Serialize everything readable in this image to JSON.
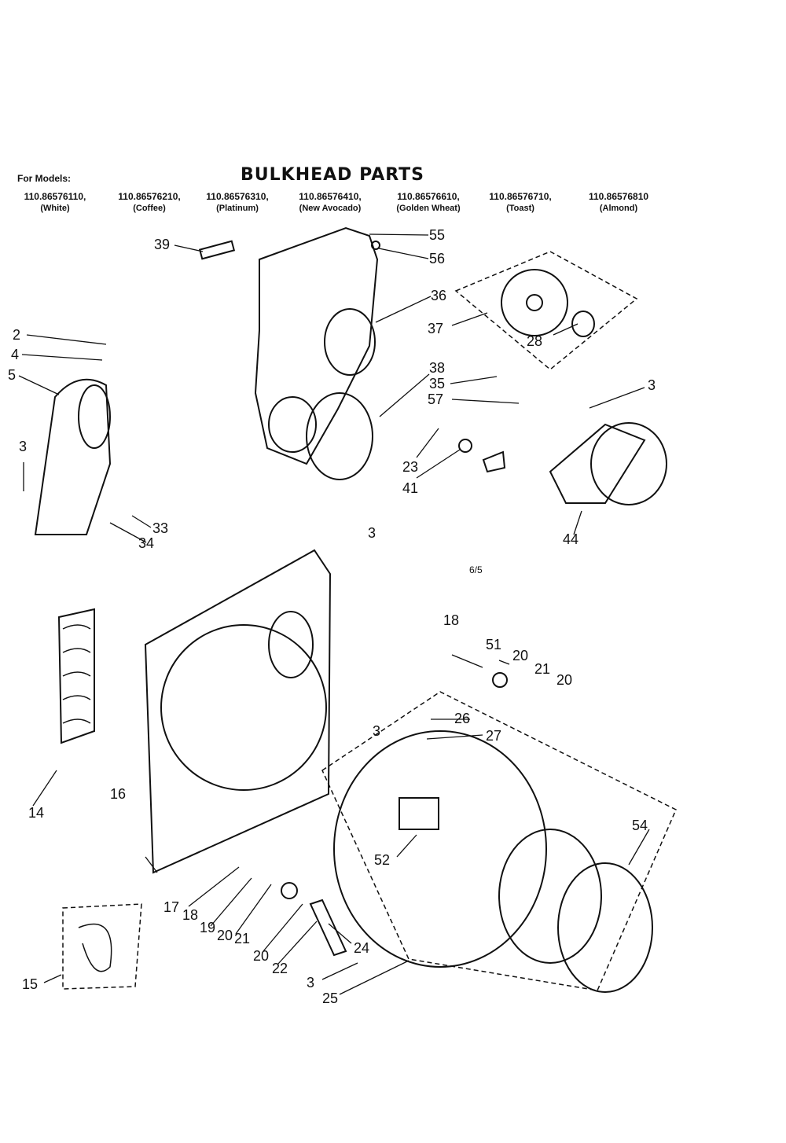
{
  "title": "BULKHEAD PARTS",
  "models_label": "For Models:",
  "models": [
    {
      "number": "110.86576110,",
      "color": "(White)"
    },
    {
      "number": "110.86576210,",
      "color": "(Coffee)"
    },
    {
      "number": "110.86576310,",
      "color": "(Platinum)"
    },
    {
      "number": "110.86576410,",
      "color": "(New Avocado)"
    },
    {
      "number": "110.86576610,",
      "color": "(Golden Wheat)"
    },
    {
      "number": "110.86576710,",
      "color": "(Toast)"
    },
    {
      "number": "110.86576810",
      "color": "(Almond)"
    }
  ],
  "page_mark": "6/5",
  "callouts": [
    "39",
    "55",
    "56",
    "36",
    "37",
    "28",
    "2",
    "4",
    "5",
    "3",
    "38",
    "35",
    "57",
    "23",
    "41",
    "44",
    "33",
    "34",
    "14",
    "16",
    "17",
    "18",
    "19",
    "20",
    "21",
    "22",
    "24",
    "25",
    "51",
    "26",
    "27",
    "52",
    "54",
    "15"
  ]
}
